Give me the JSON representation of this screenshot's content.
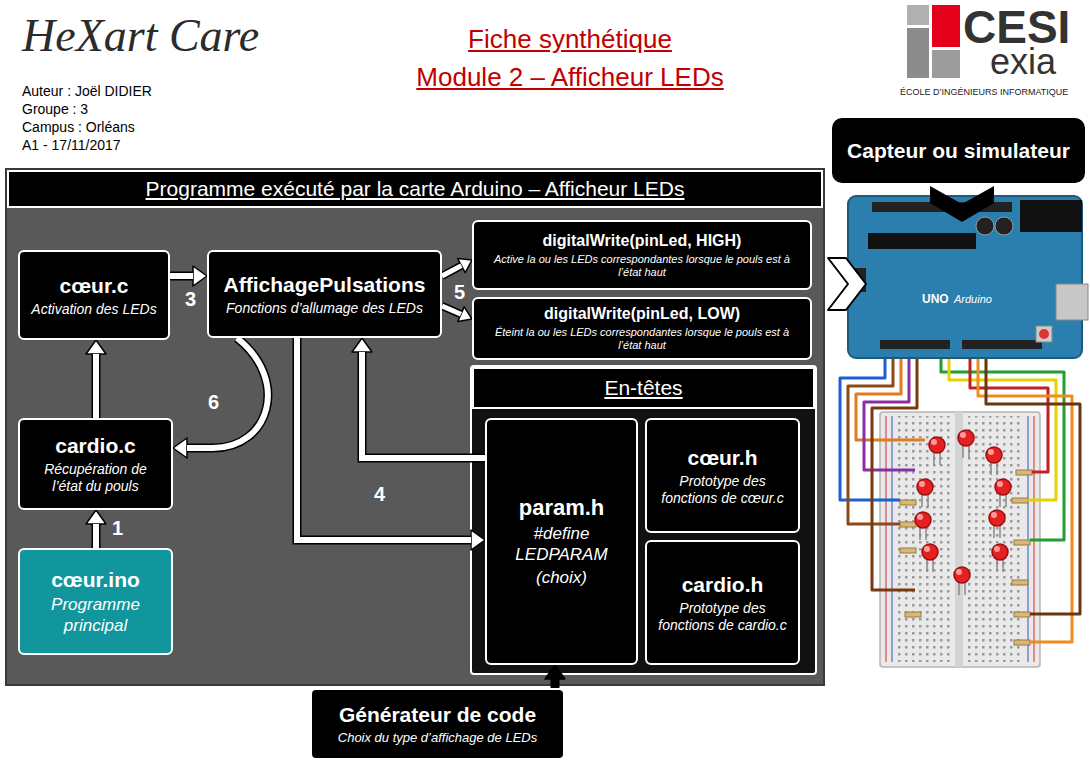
{
  "diagram": {
    "title": "Fiche synthétique",
    "nodes": [
      {
        "text": [
          "Capteur ou simulateur"
        ]
      },
      {
        "text": [
          "Programme exécuté par la carte Arduino – Afficheur LEDs"
        ]
      },
      {
        "text": [
          "cœur.c",
          "Activation des LEDs"
        ],
        "in": 1
      },
      {
        "text": [
          "AffichagePulsations",
          "Fonctions d’allumage des LEDs"
        ],
        "in": 1
      },
      {
        "text": [
          "digitalWrite(pinLed, HIGH)",
          "Active la ou les LEDs correspondantes lorsque le pouls est à l’état haut"
        ],
        "in": 1
      },
      {
        "text": [
          "digitalWrite(pinLed, LOW)",
          "Éteint la ou les LEDs correspondantes lorsque le pouls est à l’état haut"
        ],
        "in": 1
      },
      {
        "text": [
          "En-têtes"
        ],
        "in": 1
      },
      {
        "text": [
          "cardio.c",
          "Récupération de l’état du pouls"
        ],
        "in": 1
      },
      {
        "text": [
          "param.h",
          "#define LEDPARAM",
          "(choix)"
        ],
        "in": 6
      },
      {
        "text": [
          "cœur.h",
          "Prototype des fonctions de cœur.c"
        ],
        "in": 6
      },
      {
        "text": [
          "cardio.h",
          "Prototype des fonctions de cardio.c"
        ],
        "in": 6
      },
      {
        "text": [
          "cœur.ino",
          "Programme principal"
        ],
        "in": 1
      },
      {
        "text": [
          "Générateur de code",
          "Choix du type d’affichage de LEDs"
        ]
      }
    ],
    "edges": [
      {
        "from": 11,
        "to": 7,
        "label": "1",
        "arrow": "to"
      },
      {
        "from": 7,
        "to": 2,
        "arrow": "to"
      },
      {
        "from": 2,
        "to": 3,
        "label": "3",
        "arrow": "to"
      },
      {
        "from": 3,
        "to": 4,
        "label": "5",
        "arrow": "to"
      },
      {
        "from": 3,
        "to": 5,
        "arrow": "to"
      },
      {
        "from": 3,
        "to": 7,
        "label": "6",
        "arrow": "to"
      },
      {
        "from": 3,
        "to": 8,
        "label": "4",
        "arrow": "to"
      },
      {
        "from": 8,
        "to": 3,
        "arrow": "to"
      },
      {
        "from": 12,
        "to": 8,
        "arrow": "to"
      }
    ],
    "labels": [
      "HeXart Care",
      "Auteur : Joël DIDIER",
      "Groupe : 3",
      "Campus : Orléans",
      "A1 - 17/11/2017",
      "Module 2 – Afficheur LEDs",
      "CESI",
      "exia",
      "ÉCOLE D’INGÉNIEURS INFORMATIQUE",
      "UNO",
      "Arduino"
    ]
  }
}
